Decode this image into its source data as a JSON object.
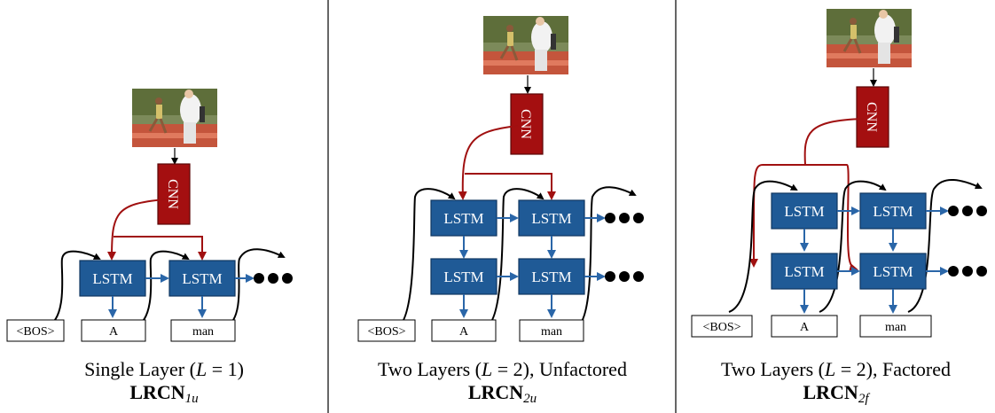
{
  "labels": {
    "lstm": "LSTM",
    "cnn": "CNN",
    "bos": "<BOS>",
    "word1": "A",
    "word2": "man"
  },
  "panels": [
    {
      "id": "single",
      "caption_pre": "Single Layer (",
      "L_var": "L",
      "caption_eq": " = 1)",
      "caption_post": "",
      "model_name": "LRCN",
      "model_sub": "1u"
    },
    {
      "id": "unfactored",
      "caption_pre": "Two Layers (",
      "L_var": "L",
      "caption_eq": " = 2)",
      "caption_post": ", Unfactored",
      "model_name": "LRCN",
      "model_sub": "2u"
    },
    {
      "id": "factored",
      "caption_pre": "Two Layers (",
      "L_var": "L",
      "caption_eq": " = 2)",
      "caption_post": ", Factored",
      "model_name": "LRCN",
      "model_sub": "2f"
    }
  ],
  "colors": {
    "lstm_fill": "#1f5a96",
    "lstm_stroke": "#0f3660",
    "cnn_fill": "#a40f10",
    "red_arrow": "#a01010",
    "blue_arrow": "#2a66a8",
    "divider": "#000000"
  }
}
